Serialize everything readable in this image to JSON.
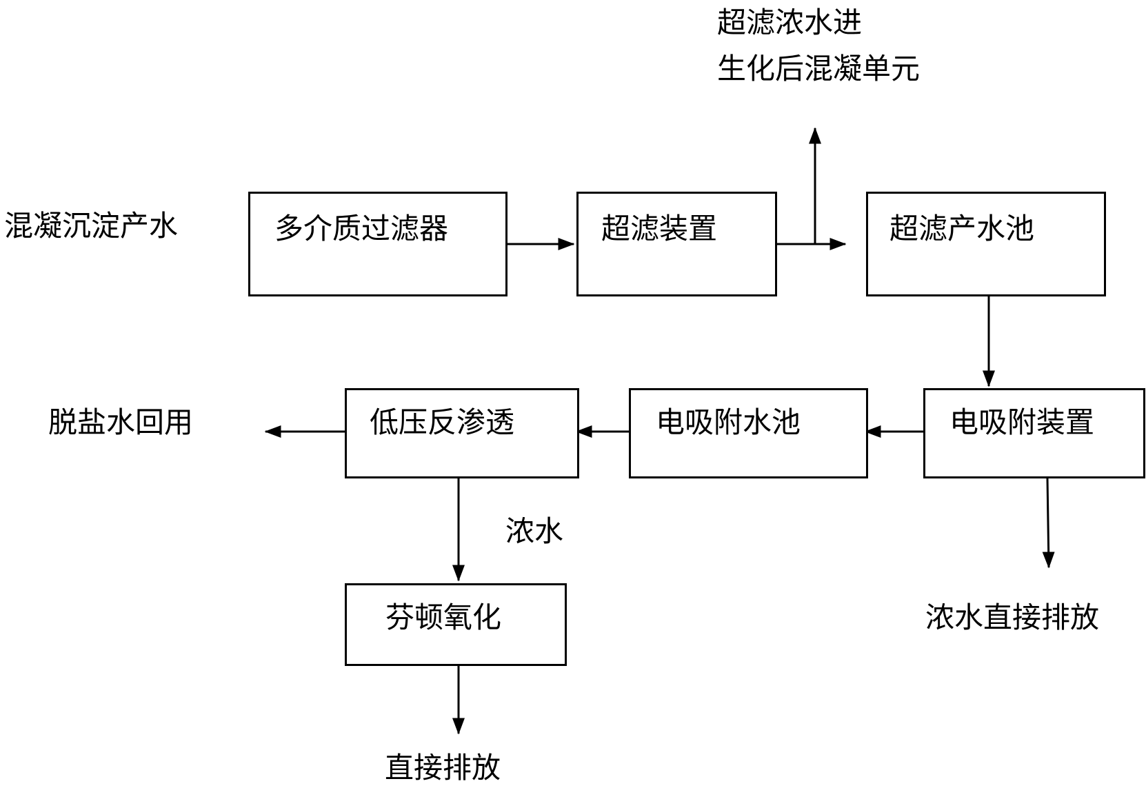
{
  "input_label": "混凝沉淀产水",
  "ultrafiltration_concentrate_label": {
    "line1": "超滤浓水进",
    "line2": "生化后混凝单元"
  },
  "nodes": {
    "multimedia_filter": "多介质过滤器",
    "ultrafiltration_unit": "超滤装置",
    "uf_product_tank": "超滤产水池",
    "electrosorption_unit": "电吸附装置",
    "electrosorption_tank": "电吸附水池",
    "low_pressure_ro": "低压反渗透",
    "fenton_oxidation": "芬顿氧化"
  },
  "outputs": {
    "desalted_water_reuse": "脱盐水回用",
    "ro_concentrate": "浓水",
    "direct_discharge": "直接排放",
    "concentrate_direct_discharge": "浓水直接排放"
  }
}
